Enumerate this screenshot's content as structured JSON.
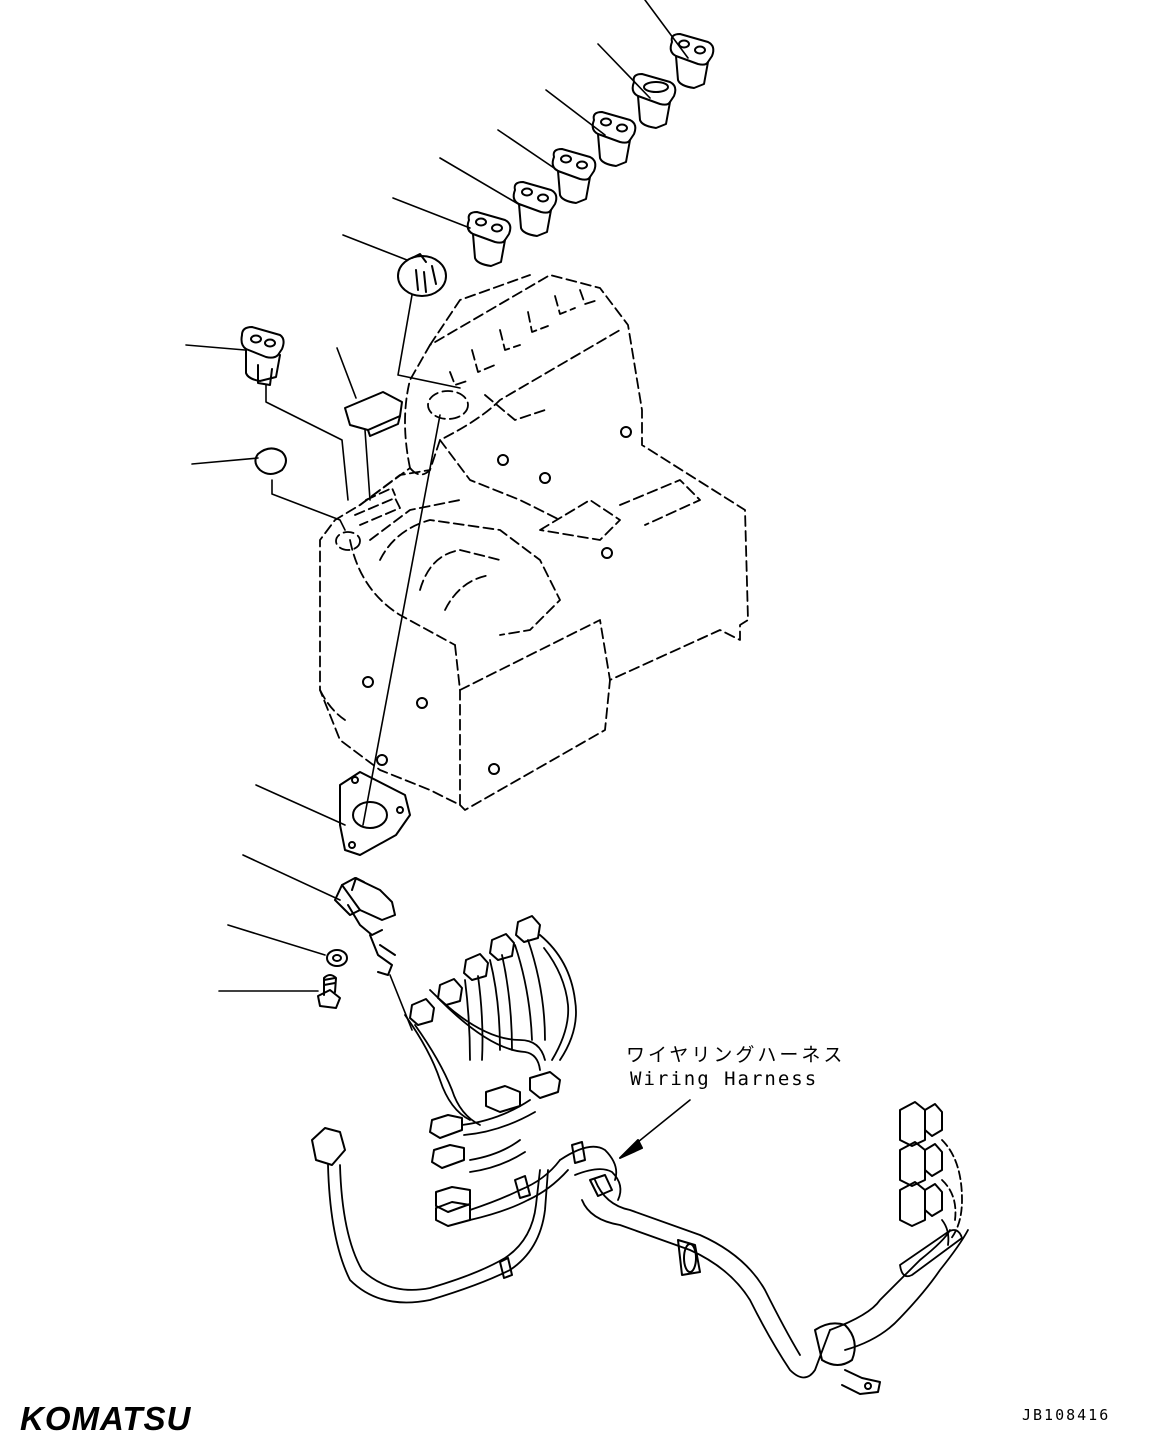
{
  "labels": {
    "harness_jp": "ワイヤリングハーネス",
    "harness_en": "Wiring Harness"
  },
  "footer": {
    "brand": "KOMATSU",
    "drawing_code": "JB108416"
  }
}
